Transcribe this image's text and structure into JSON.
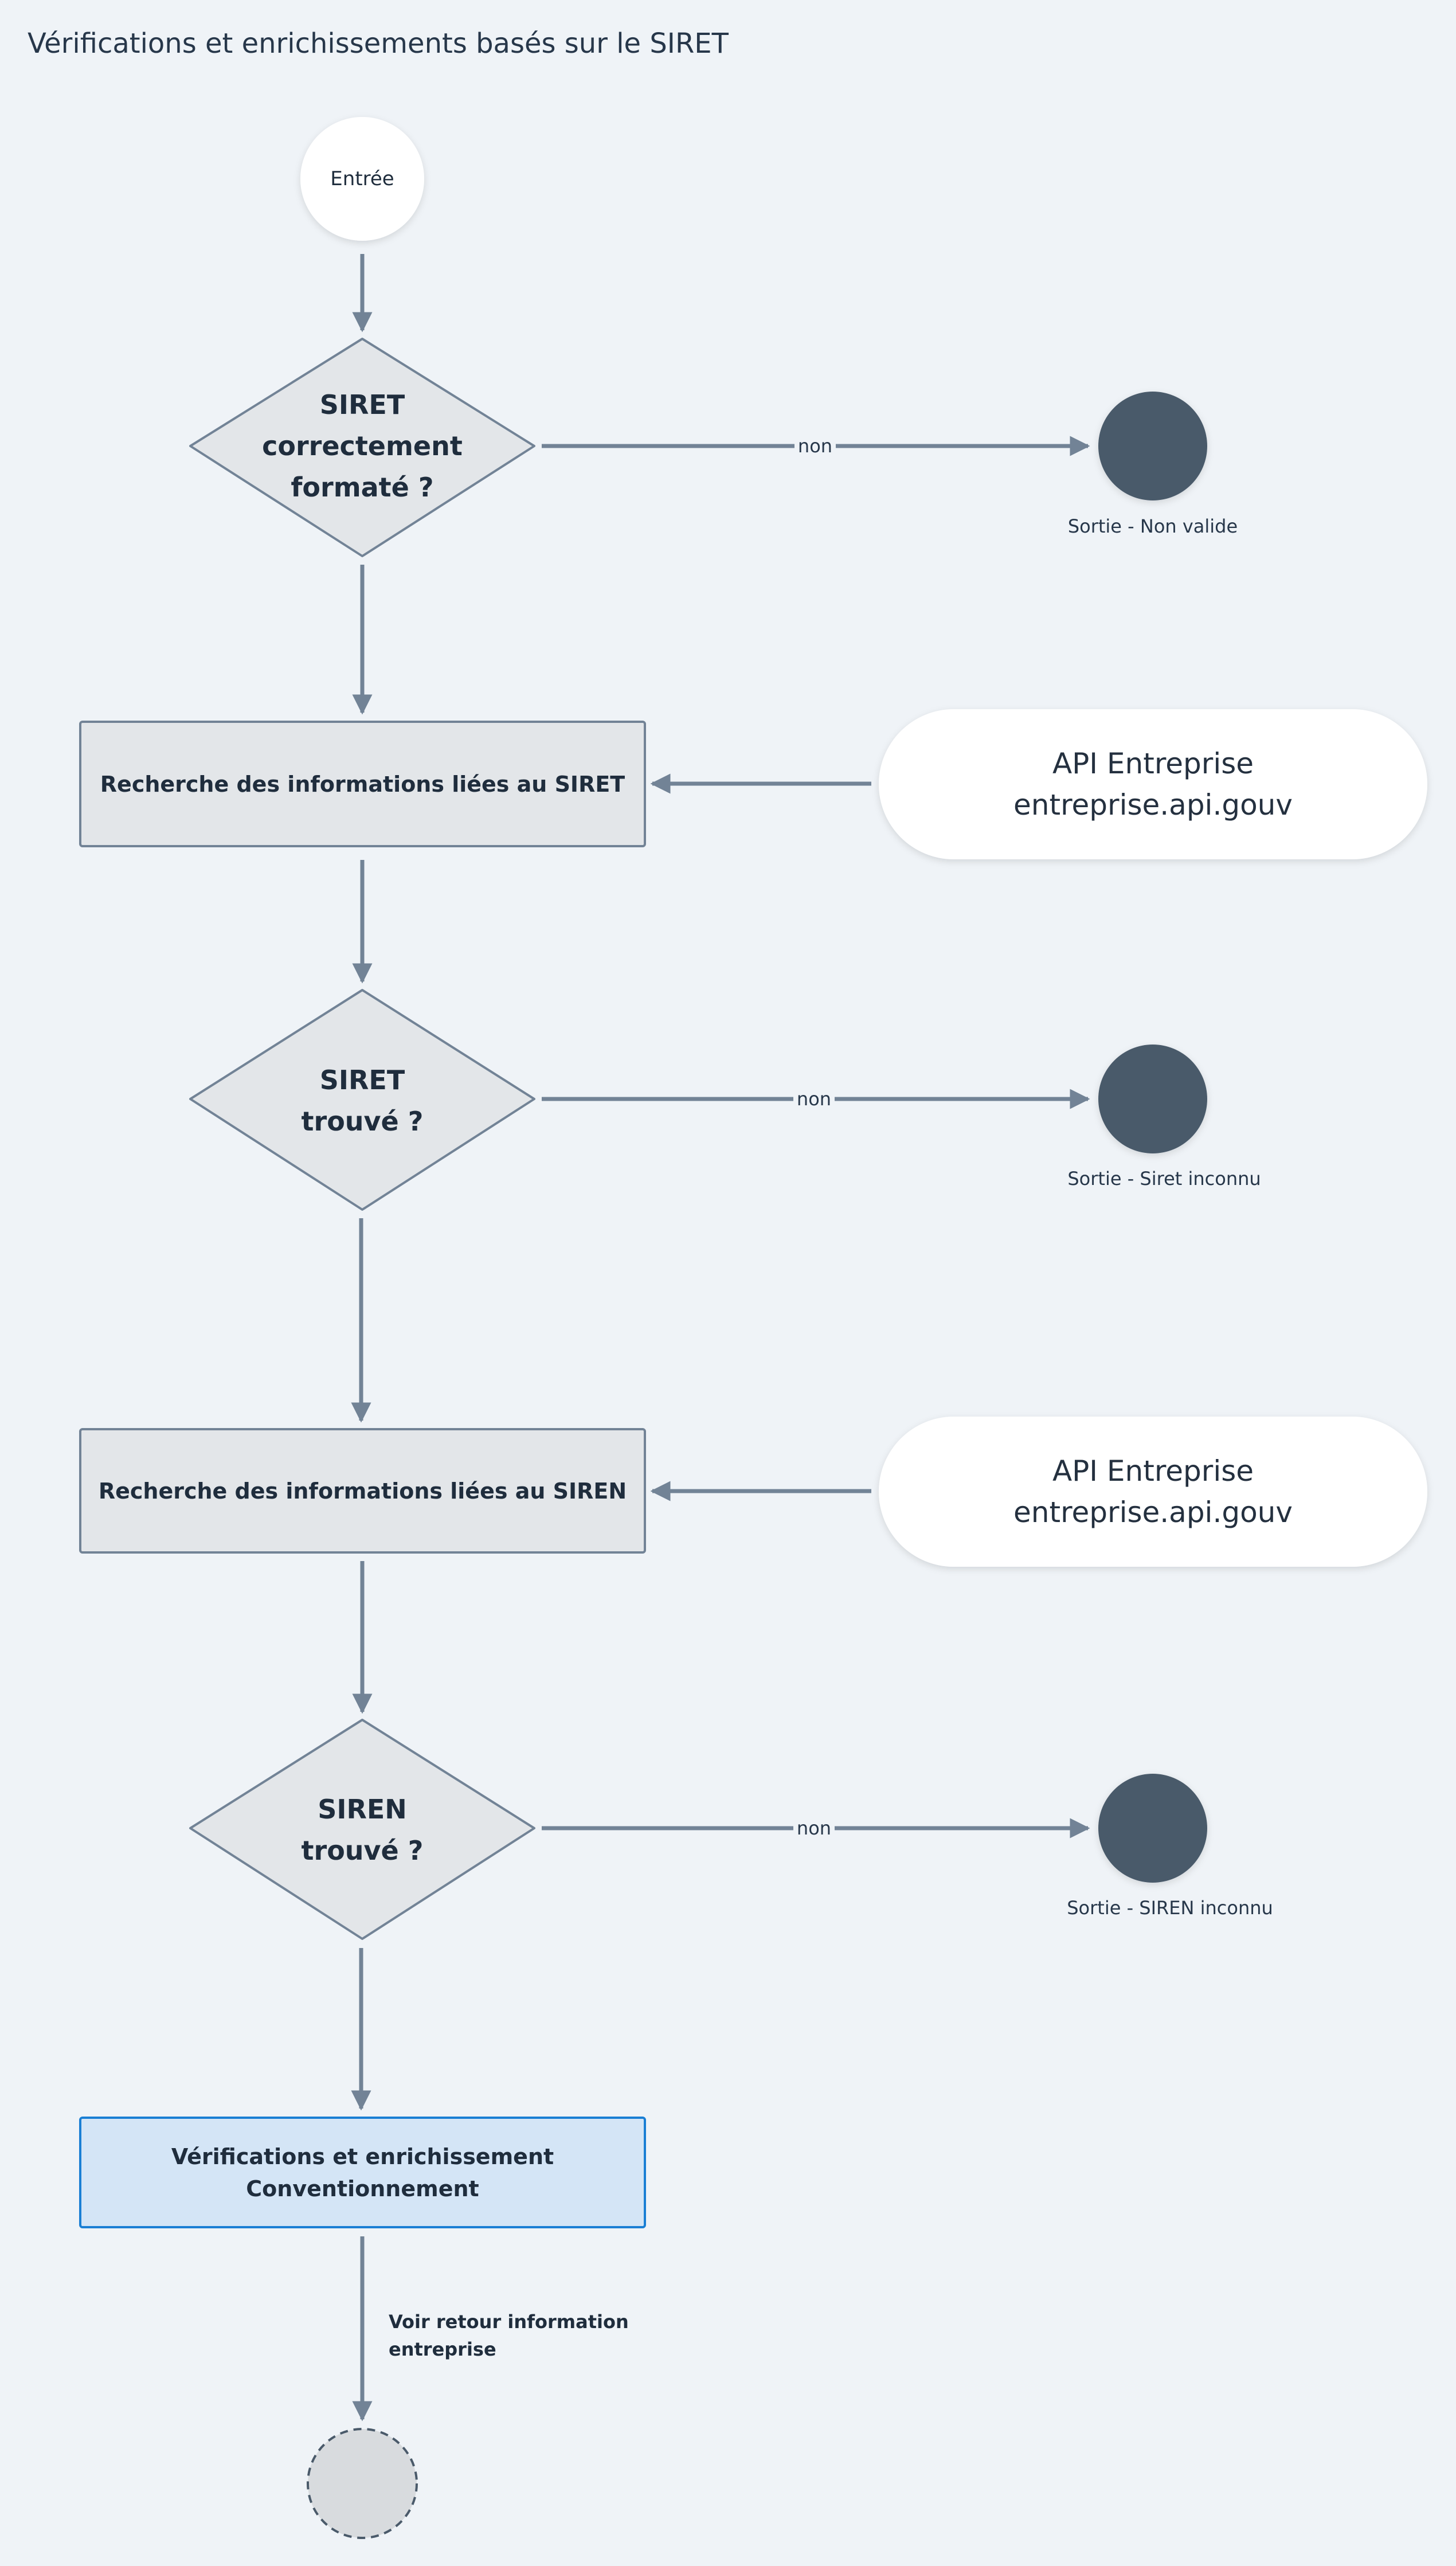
{
  "title": "Vérifications et enrichissements basés sur le SIRET",
  "colors": {
    "background": "#eff3f7",
    "edge": "#728396",
    "node_fill": "#e3e6e9",
    "node_stroke": "#728396",
    "highlight_fill": "#d4e5f6",
    "highlight_stroke": "#1a7fd4",
    "exit_fill": "#4a5a6a",
    "api_fill": "#ffffff"
  },
  "nodes": {
    "entry": "Entrée",
    "decision_siret_format": {
      "line1": "SIRET",
      "line2": "correctement",
      "line3": "formaté ?"
    },
    "exit_non_valide": "Sortie - Non valide",
    "search_siret": "Recherche des informations liées au SIRET",
    "api_1": {
      "line1": "API Entreprise",
      "line2": "entreprise.api.gouv"
    },
    "decision_siret_found": {
      "line1": "SIRET",
      "line2": "trouvé ?"
    },
    "exit_siret_inconnu": "Sortie - Siret inconnu",
    "search_siren": "Recherche des informations liées au SIREN",
    "api_2": {
      "line1": "API Entreprise",
      "line2": "entreprise.api.gouv"
    },
    "decision_siren_found": {
      "line1": "SIREN",
      "line2": "trouvé ?"
    },
    "exit_siren_inconnu": "Sortie - SIREN inconnu",
    "conventionnement": {
      "line1": "Vérifications et enrichissement",
      "line2": "Conventionnement"
    },
    "note_retour": {
      "line1": "Voir retour information",
      "line2": "entreprise"
    }
  },
  "edges": {
    "non_1": "non",
    "non_2": "non",
    "non_3": "non"
  }
}
